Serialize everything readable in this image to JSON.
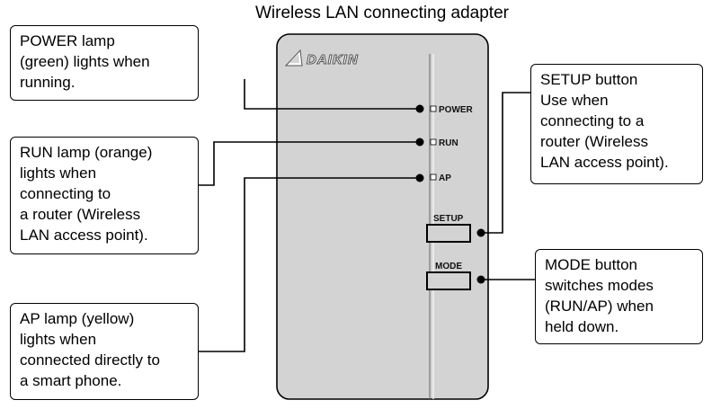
{
  "title": "Wireless LAN connecting adapter",
  "device": {
    "brand": "DAIKIN",
    "leds": {
      "power": "POWER",
      "run": "RUN",
      "ap": "AP"
    },
    "buttons": {
      "setup": "SETUP",
      "mode": "MODE"
    }
  },
  "callouts": {
    "power": [
      "POWER lamp",
      "(green) lights when",
      "running."
    ],
    "run": [
      "RUN lamp (orange)",
      "lights when",
      "connecting to",
      "a router (Wireless",
      "LAN access point)."
    ],
    "ap": [
      "AP lamp (yellow)",
      "lights when",
      "connected directly to",
      "a smart phone."
    ],
    "setup": [
      "SETUP button",
      "Use when",
      "connecting to a",
      "router (Wireless",
      "LAN access point)."
    ],
    "mode": [
      "MODE button",
      "switches modes",
      "(RUN/AP) when",
      "held down."
    ]
  },
  "colors": {
    "device_body": "#d3d3d3",
    "outline": "#000000"
  }
}
